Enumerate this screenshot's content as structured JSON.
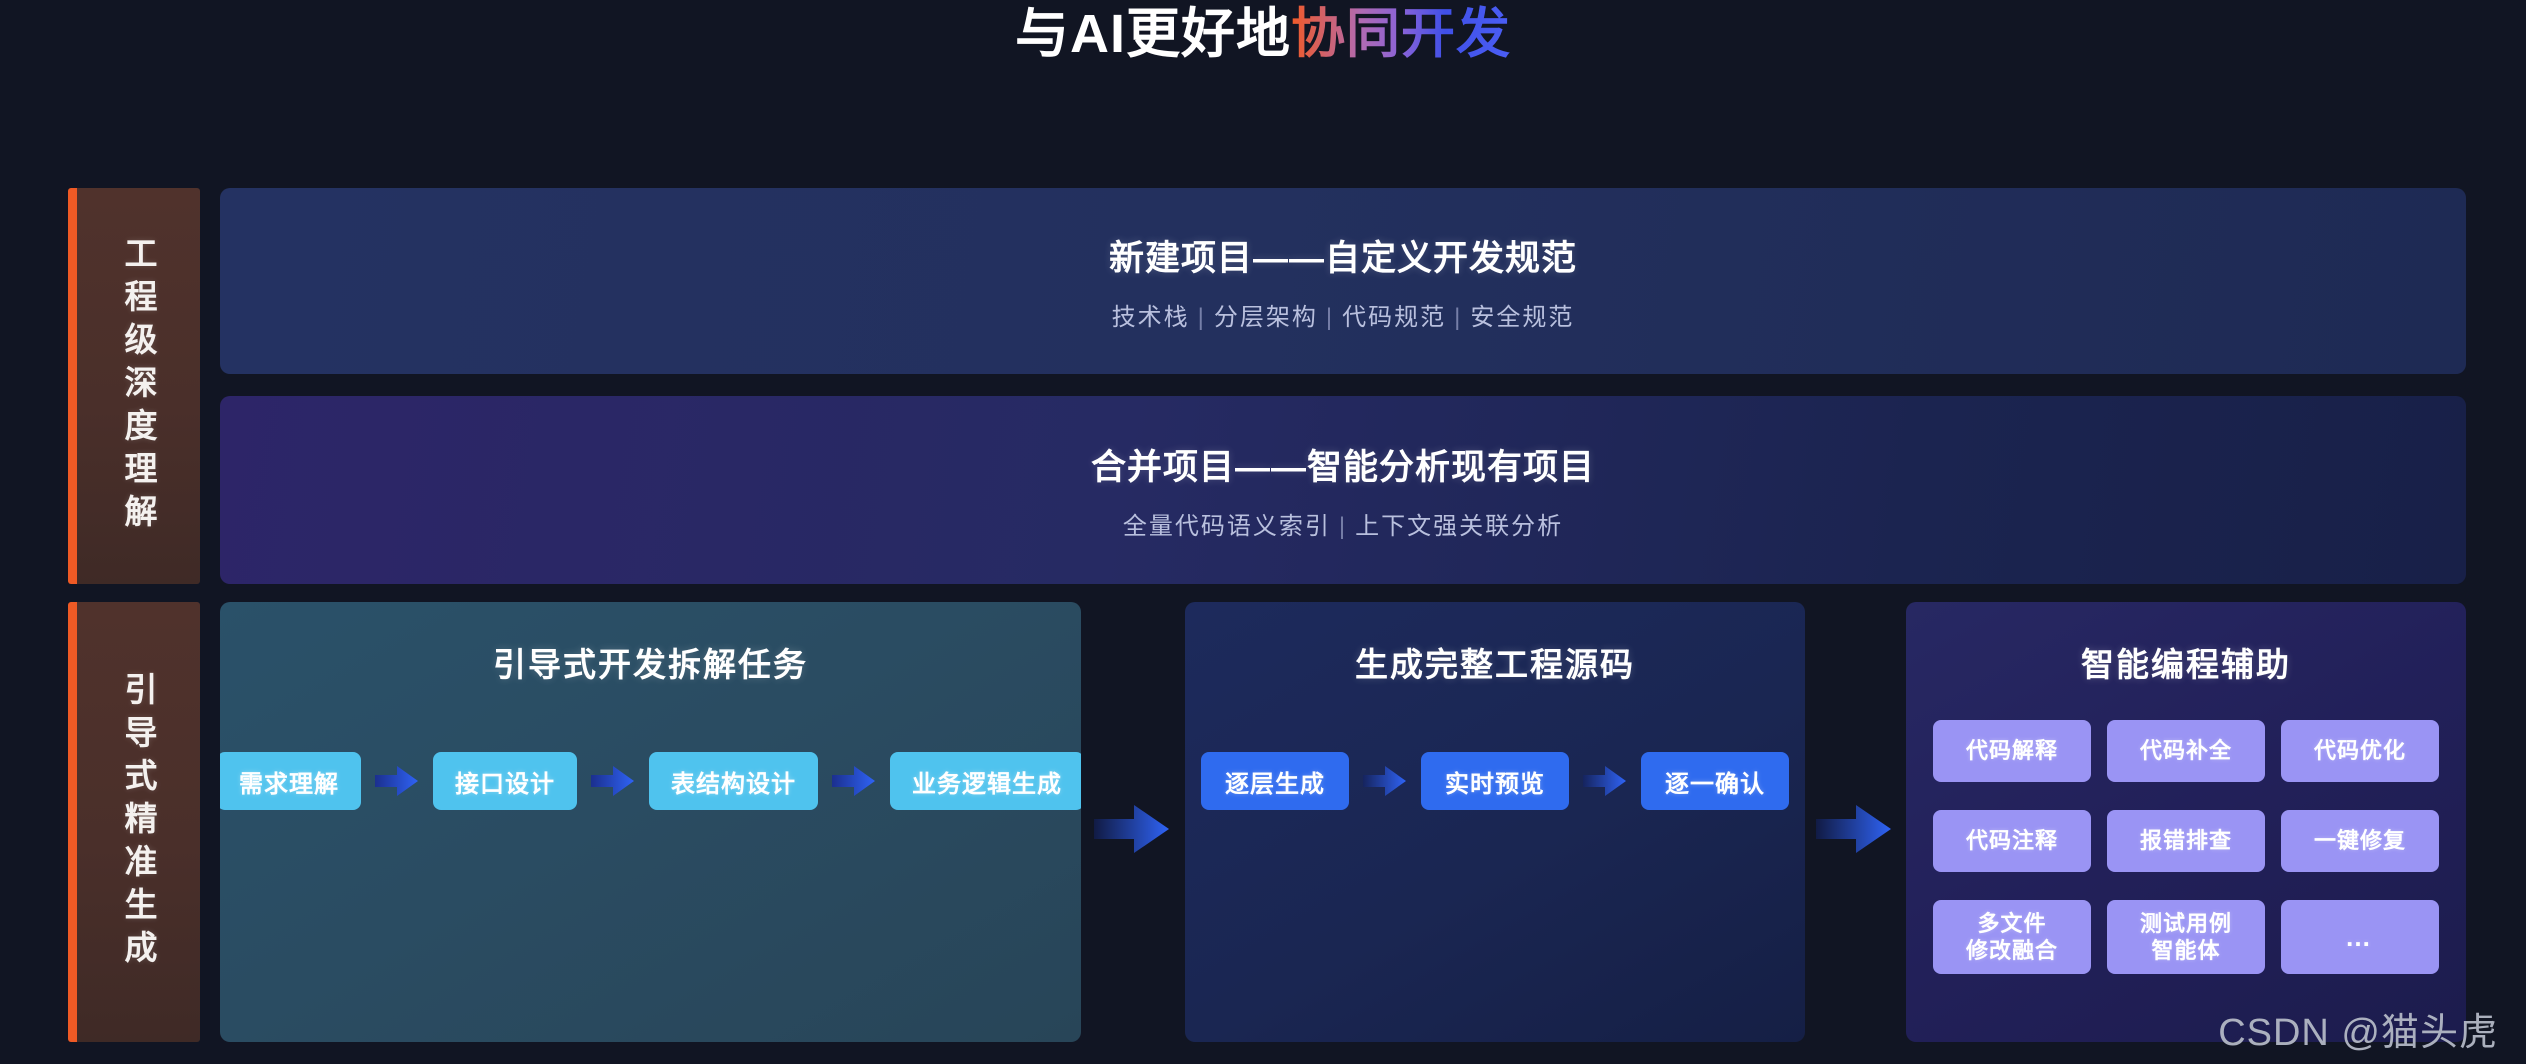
{
  "title": {
    "plain": "与AI更好地",
    "gradient": "协同开发",
    "gradient_colors": [
      "#f05a28",
      "#b06ab3",
      "#8a63d8",
      "#4050e8",
      "#4b5ef5"
    ]
  },
  "accent_colors": {
    "sidebar_bar": "#ef5a25",
    "sidebar_bg": "#4a2f2a",
    "banner_blue": "#23305e",
    "banner_purple": "#2d2568",
    "panel_teal": "#2a4c62",
    "panel_navy": "#1a2652",
    "panel_indigo": "#222059",
    "chip_cyan": "#4fc3ee",
    "chip_blue": "#2f6bef",
    "chip_purple": "#9a94f4",
    "arrow_blue": "#2a56e8",
    "page_bg": "#111523"
  },
  "sections": [
    {
      "side_label": "工程级深度理解",
      "banners": [
        {
          "title": "新建项目——自定义开发规范",
          "sub_items": [
            "技术栈",
            "分层架构",
            "代码规范",
            "安全规范"
          ],
          "separator": "|"
        },
        {
          "title": "合并项目——智能分析现有项目",
          "sub_items": [
            "全量代码语义索引",
            "上下文强关联分析"
          ],
          "separator": "|"
        }
      ]
    },
    {
      "side_label": "引导式精准生成"
    }
  ],
  "panels": {
    "guided": {
      "title": "引导式开发拆解任务",
      "steps": [
        "需求理解",
        "接口设计",
        "表结构设计",
        "业务逻辑生成"
      ]
    },
    "generate": {
      "title": "生成完整工程源码",
      "steps": [
        "逐层生成",
        "实时预览",
        "逐一确认"
      ]
    },
    "assist": {
      "title": "智能编程辅助",
      "items": [
        {
          "line1": "代码解释",
          "line2": ""
        },
        {
          "line1": "代码补全",
          "line2": ""
        },
        {
          "line1": "代码优化",
          "line2": ""
        },
        {
          "line1": "代码注释",
          "line2": ""
        },
        {
          "line1": "报错排查",
          "line2": ""
        },
        {
          "line1": "一键修复",
          "line2": ""
        },
        {
          "line1": "多文件",
          "line2": "修改融合"
        },
        {
          "line1": "测试用例",
          "line2": "智能体"
        },
        {
          "line1": "…",
          "line2": ""
        }
      ]
    }
  },
  "watermark": "CSDN @猫头虎"
}
